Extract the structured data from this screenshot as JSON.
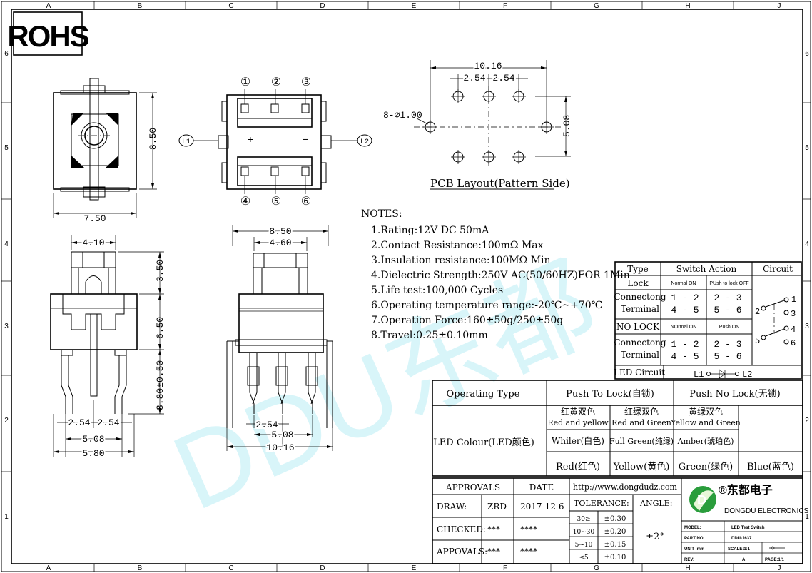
{
  "frame": {
    "columns": [
      "A",
      "B",
      "C",
      "D",
      "E",
      "F",
      "G",
      "H",
      "J"
    ],
    "rows": [
      "6",
      "5",
      "4",
      "3",
      "2",
      "1"
    ]
  },
  "rohs": "ROHS",
  "watermark": "DDU东都",
  "dims": {
    "front_width": "7.50",
    "front_height": "8.50",
    "side_top_w": "4.10",
    "side_upper": "3.50",
    "side_mid": "6.50",
    "side_pin": "3.80±0.50",
    "side_pitch_a": "2.54",
    "side_pitch_b": "2.54",
    "side_508": "5.08",
    "side_580": "5.80",
    "right_top_850": "8.50",
    "right_top_460": "4.60",
    "right_254": "2.54",
    "right_508": "5.08",
    "right_1016": "10.16",
    "pcb_1016": "10.16",
    "pcb_254a": "2.54",
    "pcb_254b": "2.54",
    "pcb_holes": "8-⌀1.00",
    "pcb_508": "5.08"
  },
  "top_view": {
    "pins_top": [
      "①",
      "②",
      "③"
    ],
    "pins_bottom": [
      "④",
      "⑤",
      "⑥"
    ],
    "l1": "L1",
    "l2": "L2",
    "plus": "+",
    "minus": "−"
  },
  "pcb_layout_title": "PCB Layout(Pattern Side)",
  "notes": {
    "heading": "NOTES:",
    "items": [
      "1.Rating:12V DC 50mA",
      "2.Contact Resistance:100mΩ  Max",
      "3.Insulation resistance:100MΩ Min",
      "4.Dielectric Strength:250V AC(50/60HZ)FOR 1Min",
      "5.Life test:100,000 Cycles",
      "6.Operating temperature range:-20℃~+70℃",
      "7.Operation Force:160±50g/250±50g",
      "8.Travel:0.25±0.10mm"
    ]
  },
  "switch_table": {
    "h_type": "Type",
    "h_action": "Switch Action",
    "h_circuit": "Circuit",
    "lock": "Lock",
    "normal_on": "Normal ON",
    "push_lock_off": "PUsh to lock OFF",
    "conn1": "Connectong",
    "term1": "Terminal",
    "c12": "1 - 2",
    "c45": "4 - 5",
    "c23": "2 - 3",
    "c56": "5 - 6",
    "nolock": "NO LOCK",
    "normal_on2": "NOrmal ON",
    "push_on": "Push ON",
    "conn2": "Connectong",
    "term2": "Terminal",
    "d12": "1 - 2",
    "d45": "4 - 5",
    "d23": "2 - 3",
    "d56": "5 - 6",
    "led_circuit": "LED Circuit",
    "l1": "L1",
    "l2": "L2",
    "circ_n1": "1",
    "circ_n2": "2",
    "circ_n3": "3",
    "circ_n4": "4",
    "circ_n5": "5",
    "circ_n6": "6"
  },
  "led_table": {
    "op_type": "Operating Type",
    "push_lock": "Push To Lock(自锁)",
    "push_nolock": "Push No Lock(无锁)",
    "led_colour": "LED Colour(LED颜色)",
    "ry_cn": "红黄双色",
    "ry_en": "Red and yellow",
    "rg_cn": "红绿双色",
    "rg_en": "Red and Green",
    "yg_cn": "黄绿双色",
    "yg_en": "Yellow and Green",
    "white": "Whiler(白色)",
    "fullgreen": "Full Green(纯绿)",
    "amber": "Amber(琥珀色)",
    "red": "Red(红色)",
    "yellow": "Yellow(黄色)",
    "green": "Green(绿色)",
    "blue": "Blue(蓝色)"
  },
  "title_block": {
    "approvals": "APPROVALS",
    "date": "DATE",
    "url": "http://www.dongdudz.com",
    "draw": "DRAW:",
    "draw_by": "ZRD",
    "draw_date": "2017-12-6",
    "checked": "CHECKED:",
    "checked_by": "***",
    "checked_date": "****",
    "appovals": "APPOVALS:",
    "appovals_by": "***",
    "appovals_date": "****",
    "tolerance": "TOLERANCE:",
    "angle": "ANGLE:",
    "angle_val": "±2°",
    "tol_rows": [
      [
        "30≥",
        "±0.30"
      ],
      [
        "10~30",
        "±0.20"
      ],
      [
        "5~10",
        "±0.15"
      ],
      [
        "≤5",
        "±0.10"
      ]
    ],
    "company_cn": "®东都电子",
    "company_en": "DONGDU ELECTRONICS",
    "model_k": "MODEL:",
    "model_v": "LED Test Switch",
    "part_k": "PART NO:",
    "part_v": "DDU-1637",
    "unit_k": "UNIT :mm",
    "scale": "SCALE:1:1",
    "rev_k": "REV:",
    "rev_v": "A",
    "page": "PAGE:1/1"
  }
}
